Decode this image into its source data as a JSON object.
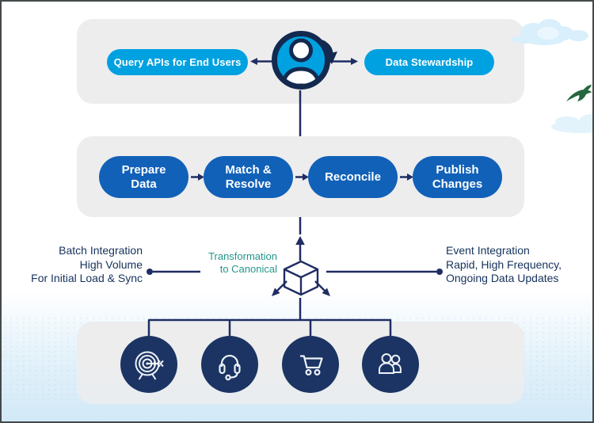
{
  "diagram": {
    "access_layer": {
      "left_pill": "Query APIs for End Users",
      "right_pill": "Data Stewardship",
      "center_icon": "user-cycle-icon"
    },
    "process_layer": {
      "steps": [
        {
          "lines": [
            "Prepare",
            "Data"
          ]
        },
        {
          "lines": [
            "Match &",
            "Resolve"
          ]
        },
        {
          "lines": [
            "Reconcile",
            ""
          ]
        },
        {
          "lines": [
            "Publish",
            "Changes"
          ]
        }
      ]
    },
    "integration_layer": {
      "batch_label": [
        "Batch Integration",
        "High Volume",
        "For Initial Load & Sync"
      ],
      "transformation_label": [
        "Transformation",
        "to Canonical"
      ],
      "event_label": [
        "Event Integration",
        "Rapid, High Frequency,",
        "Ongoing Data Updates"
      ],
      "hub_icon": "cube-axes-icon"
    },
    "source_layer": {
      "systems": [
        {
          "icon": "target-icon"
        },
        {
          "icon": "headset-icon"
        },
        {
          "icon": "cart-icon"
        },
        {
          "icon": "people-icon"
        }
      ]
    },
    "decor": {
      "icons": [
        "cloud-icon",
        "bird-icon"
      ]
    },
    "colors": {
      "light_blue": "#00a1e0",
      "royal_blue": "#1161b8",
      "navy_circle": "#1b3463",
      "line_navy": "#1f2d63",
      "text_navy": "#16325c",
      "teal_text": "#23968a",
      "section_gray": "#ededee",
      "sky_gradient": "#d2e9f7",
      "cloud_blue": "#d9effb",
      "bird_green": "#26673f"
    }
  }
}
